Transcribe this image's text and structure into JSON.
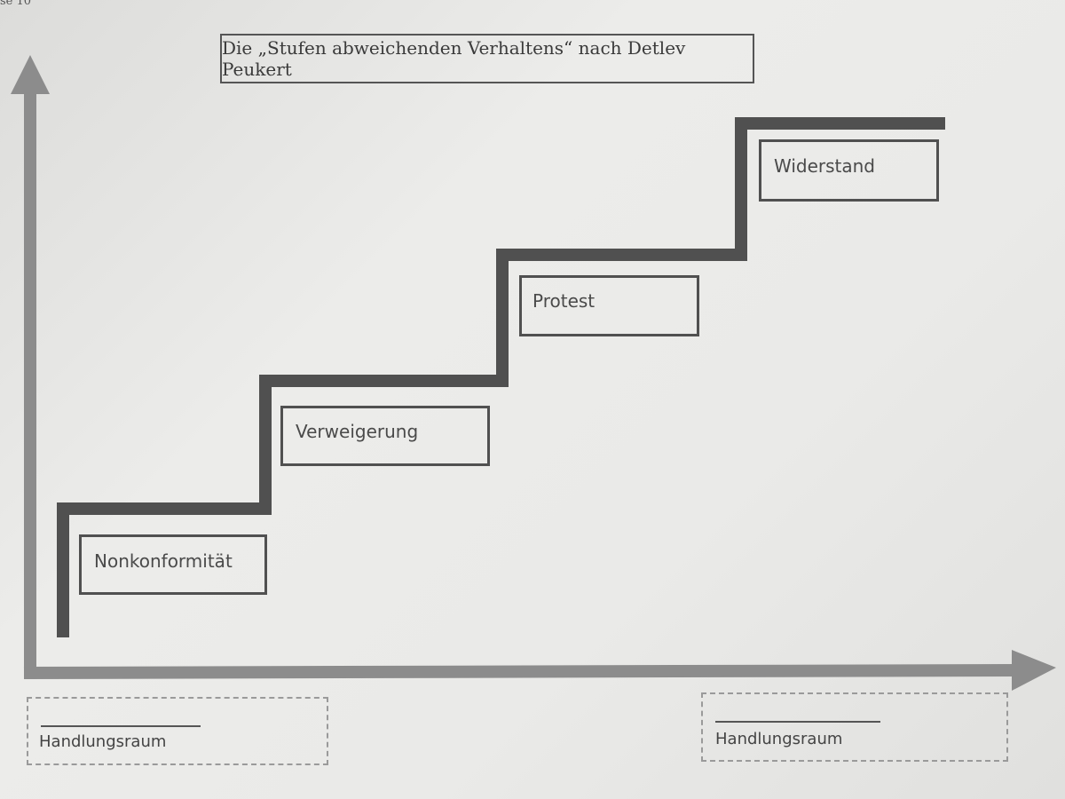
{
  "header_fragment": "se 10",
  "title": "Die „Stufen abweichenden Verhaltens“ nach Detlev Peukert",
  "stages": [
    {
      "label": "Nonkonformität"
    },
    {
      "label": "Verweigerung"
    },
    {
      "label": "Protest"
    },
    {
      "label": "Widerstand"
    }
  ],
  "axis_labels": {
    "left": "Handlungsraum",
    "right": "Handlungsraum"
  },
  "colors": {
    "staircase": "#505050",
    "axes": "#8c8c8c",
    "box_border": "#505050",
    "text": "#4a4a4a"
  }
}
